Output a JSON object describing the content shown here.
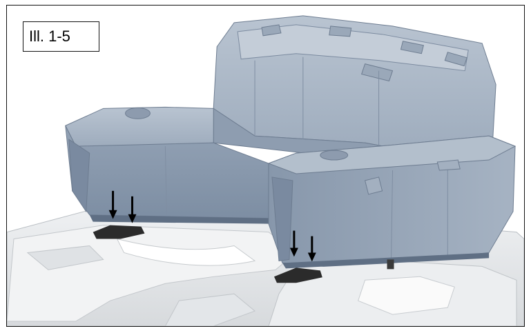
{
  "figure": {
    "label": "Ill. 1-5",
    "colors": {
      "box_light": "#a9b6c5",
      "box_mid": "#8f9daf",
      "box_dark": "#73839a",
      "rack": "#e6e8ea",
      "rack_shadow": "#c9cdd1",
      "foot": "#2b2b2b",
      "arrow": "#000000"
    },
    "arrows": [
      "arrow-left-pair-1",
      "arrow-left-pair-2",
      "arrow-right-pair-1",
      "arrow-right-pair-2"
    ]
  }
}
